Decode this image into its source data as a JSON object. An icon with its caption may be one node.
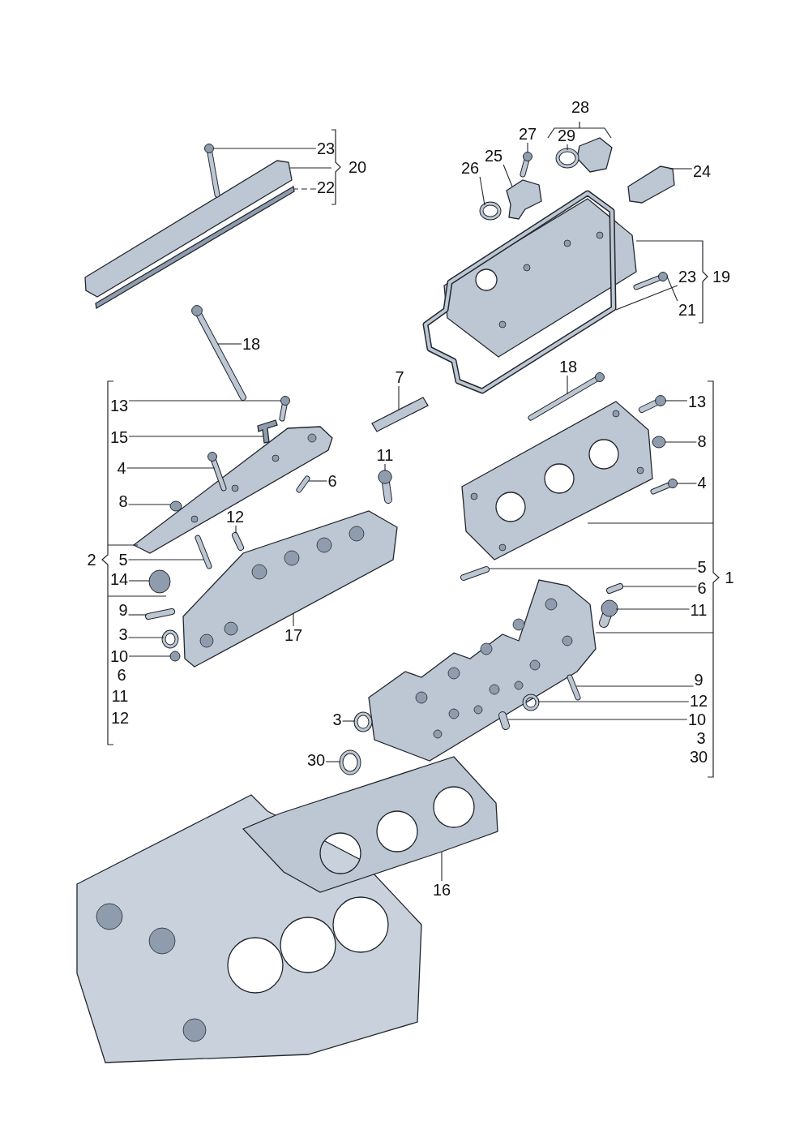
{
  "diagram": {
    "nodes": [
      {
        "text": [
          "23"
        ]
      },
      {
        "text": [
          "22"
        ]
      },
      {
        "text": [
          "18"
        ]
      },
      {
        "text": [
          "13"
        ]
      },
      {
        "text": [
          "15"
        ]
      },
      {
        "text": [
          "4"
        ]
      },
      {
        "text": [
          "6"
        ]
      },
      {
        "text": [
          "8"
        ]
      },
      {
        "text": [
          "12"
        ]
      },
      {
        "text": [
          "5"
        ]
      },
      {
        "text": [
          "14"
        ]
      },
      {
        "text": [
          "9"
        ]
      },
      {
        "text": [
          "3"
        ]
      },
      {
        "text": [
          "10"
        ]
      },
      {
        "text": [
          "11"
        ]
      },
      {
        "text": [
          "17"
        ]
      },
      {
        "text": [
          "7"
        ]
      },
      {
        "text": [
          "26"
        ]
      },
      {
        "text": [
          "25"
        ]
      },
      {
        "text": [
          "27"
        ]
      },
      {
        "text": [
          "29"
        ]
      },
      {
        "text": [
          "24"
        ]
      },
      {
        "text": [
          "23"
        ]
      },
      {
        "text": [
          "21"
        ]
      },
      {
        "text": [
          "18"
        ]
      },
      {
        "text": [
          "13"
        ]
      },
      {
        "text": [
          "8"
        ]
      },
      {
        "text": [
          "4"
        ]
      },
      {
        "text": [
          "5"
        ]
      },
      {
        "text": [
          "6"
        ]
      },
      {
        "text": [
          "11"
        ]
      },
      {
        "text": [
          "9"
        ]
      },
      {
        "text": [
          "12"
        ]
      },
      {
        "text": [
          "10"
        ]
      },
      {
        "text": [
          "3"
        ]
      },
      {
        "text": [
          "30"
        ]
      },
      {
        "text": [
          "16"
        ]
      },
      {
        "text": [],
        "shape": "picture"
      },
      {
        "text": [],
        "shape": "picture"
      },
      {
        "text": [],
        "shape": "picture"
      },
      {
        "text": [],
        "shape": "picture"
      },
      {
        "text": [],
        "shape": "picture"
      },
      {
        "text": [],
        "shape": "picture"
      },
      {
        "text": [],
        "shape": "picture"
      },
      {
        "text": [],
        "shape": "circle"
      },
      {
        "text": [],
        "shape": "picture"
      },
      {
        "text": [],
        "shape": "picture"
      },
      {
        "text": [],
        "shape": "circle"
      },
      {
        "text": [],
        "shape": "picture"
      },
      {
        "text": [],
        "shape": "circle"
      },
      {
        "text": [],
        "shape": "circle"
      },
      {
        "text": [],
        "shape": "picture"
      },
      {
        "text": [],
        "shape": "picture"
      },
      {
        "text": [],
        "shape": "picture"
      },
      {
        "text": [],
        "shape": "circle"
      },
      {
        "text": [],
        "shape": "picture"
      },
      {
        "text": [],
        "shape": "picture"
      },
      {
        "text": [],
        "shape": "circle"
      },
      {
        "text": [],
        "shape": "picture"
      },
      {
        "text": [],
        "shape": "picture"
      },
      {
        "text": [],
        "shape": "picture"
      },
      {
        "text": [],
        "shape": "picture"
      },
      {
        "text": [],
        "shape": "picture"
      },
      {
        "text": [],
        "shape": "circle"
      },
      {
        "text": [],
        "shape": "picture"
      },
      {
        "text": [],
        "shape": "picture"
      },
      {
        "text": [],
        "shape": "picture"
      },
      {
        "text": [],
        "shape": "picture"
      },
      {
        "text": [],
        "shape": "picture"
      },
      {
        "text": [],
        "shape": "circle"
      },
      {
        "text": [],
        "shape": "picture"
      },
      {
        "text": [],
        "shape": "circle"
      },
      {
        "text": [],
        "shape": "circle"
      },
      {
        "text": [],
        "shape": "picture"
      }
    ],
    "edges": [
      {
        "from": 0,
        "to": 37,
        "arrow": "none"
      },
      {
        "from": 1,
        "to": 38,
        "arrow": "none",
        "style": "dashed"
      },
      {
        "from": 2,
        "to": 39,
        "arrow": "none"
      },
      {
        "from": 3,
        "to": 40,
        "arrow": "none"
      },
      {
        "from": 4,
        "to": 41,
        "arrow": "none"
      },
      {
        "from": 5,
        "to": 42,
        "arrow": "none"
      },
      {
        "from": 6,
        "to": 43,
        "arrow": "none"
      },
      {
        "from": 7,
        "to": 44,
        "arrow": "none"
      },
      {
        "from": 8,
        "to": 45,
        "arrow": "none"
      },
      {
        "from": 9,
        "to": 46,
        "arrow": "none"
      },
      {
        "from": 10,
        "to": 47,
        "arrow": "none"
      },
      {
        "from": 11,
        "to": 48,
        "arrow": "none"
      },
      {
        "from": 12,
        "to": 49,
        "arrow": "none"
      },
      {
        "from": 13,
        "to": 50,
        "arrow": "none"
      },
      {
        "from": 14,
        "to": 51,
        "arrow": "none"
      },
      {
        "from": 15,
        "to": 52,
        "arrow": "none"
      },
      {
        "from": 16,
        "to": 53,
        "arrow": "none"
      },
      {
        "from": 17,
        "to": 54,
        "arrow": "none"
      },
      {
        "from": 18,
        "to": 55,
        "arrow": "none"
      },
      {
        "from": 19,
        "to": 56,
        "arrow": "none"
      },
      {
        "from": 20,
        "to": 57,
        "arrow": "none"
      },
      {
        "from": 21,
        "to": 58,
        "arrow": "none"
      },
      {
        "from": 22,
        "to": 59,
        "arrow": "none"
      },
      {
        "from": 23,
        "to": 60,
        "arrow": "none"
      },
      {
        "from": 24,
        "to": 61,
        "arrow": "none"
      },
      {
        "from": 25,
        "to": 62,
        "arrow": "none"
      },
      {
        "from": 26,
        "to": 63,
        "arrow": "none"
      },
      {
        "from": 27,
        "to": 64,
        "arrow": "none"
      },
      {
        "from": 28,
        "to": 65,
        "arrow": "none"
      },
      {
        "from": 29,
        "to": 66,
        "arrow": "none"
      },
      {
        "from": 30,
        "to": 67,
        "arrow": "none"
      },
      {
        "from": 31,
        "to": 68,
        "arrow": "none"
      },
      {
        "from": 32,
        "to": 69,
        "arrow": "none"
      },
      {
        "from": 33,
        "to": 70,
        "arrow": "none"
      },
      {
        "from": 34,
        "to": 71,
        "arrow": "none"
      },
      {
        "from": 35,
        "to": 72,
        "arrow": "none"
      },
      {
        "from": 36,
        "to": 73,
        "arrow": "none"
      }
    ],
    "labels": [
      "28",
      "20",
      "19",
      "2",
      "1",
      "6",
      "11",
      "12",
      "3",
      "30"
    ]
  }
}
